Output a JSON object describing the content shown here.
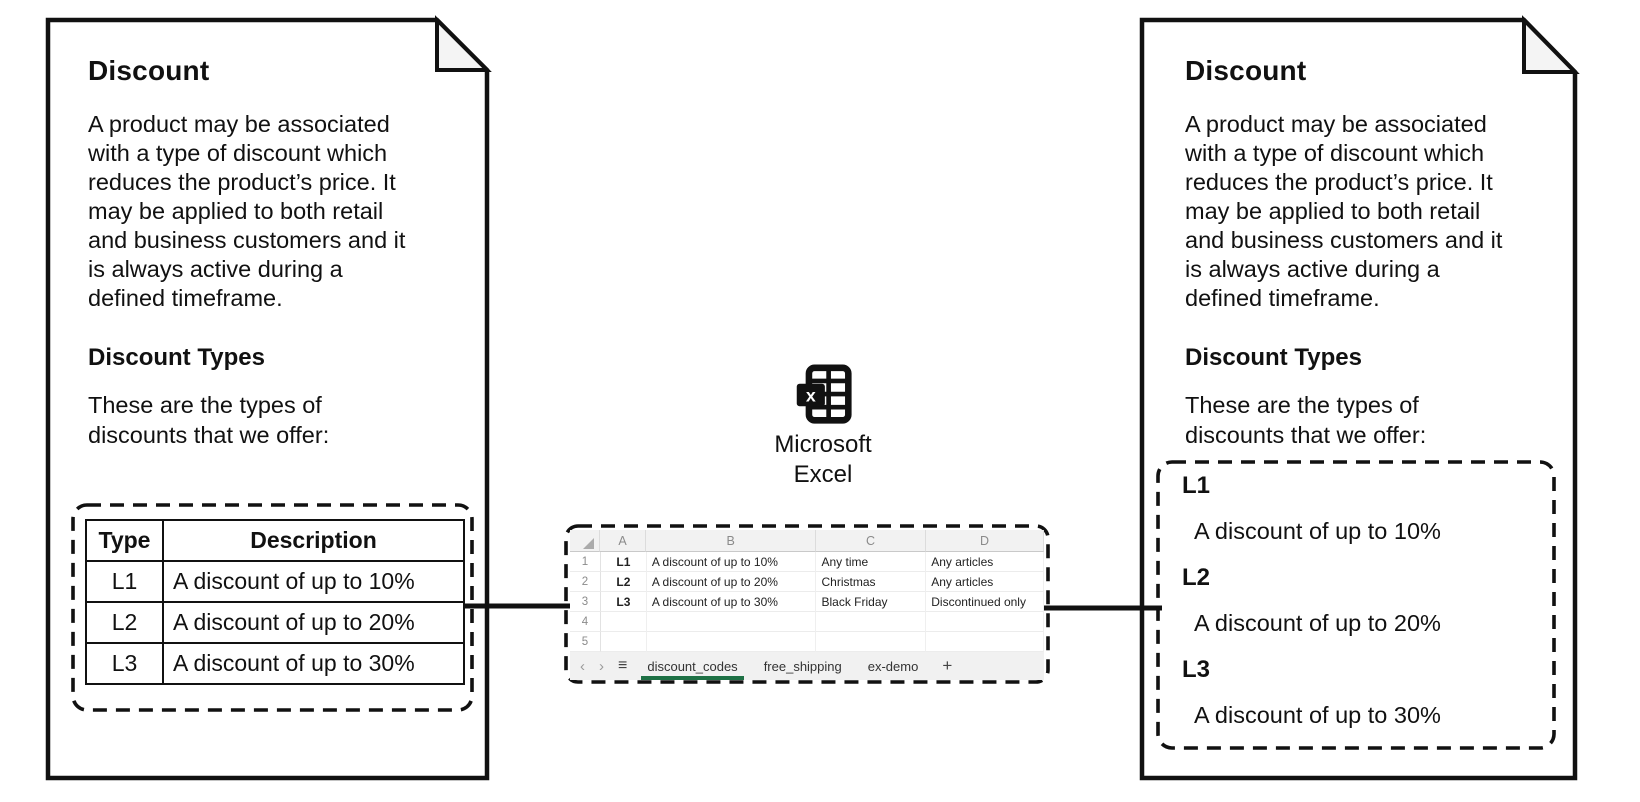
{
  "colors": {
    "ink": "#111111",
    "fold-fill": "#f4f4f4",
    "sheet-header-bg": "#f2f2f2",
    "sheet-muted": "#8b8b8b",
    "tabbar-bg": "#f1f1f1",
    "active-tab-green": "#1e7145"
  },
  "left_document": {
    "title": "Discount",
    "body": "A product may be associated\nwith a type of discount which\nreduces the product’s price. It\nmay be applied to both retail\nand business customers and it\nis always active during a\ndefined timeframe.",
    "subtitle": "Discount Types",
    "intro": "These are the types of\ndiscounts that we offer:",
    "table": {
      "headers": [
        "Type",
        "Description"
      ],
      "rows": [
        [
          "L1",
          "A discount of up to 10%"
        ],
        [
          "L2",
          "A discount of up to 20%"
        ],
        [
          "L3",
          "A discount of up to 30%"
        ]
      ]
    }
  },
  "excel": {
    "app_name": "Microsoft\nExcel",
    "spreadsheet": {
      "column_headers": [
        "A",
        "B",
        "C",
        "D"
      ],
      "rows": [
        {
          "n": "1",
          "cells": [
            "L1",
            "A discount of up to 10%",
            "Any time",
            "Any articles"
          ]
        },
        {
          "n": "2",
          "cells": [
            "L2",
            "A discount of up to 20%",
            "Christmas",
            "Any articles"
          ]
        },
        {
          "n": "3",
          "cells": [
            "L3",
            "A discount of up to 30%",
            "Black Friday",
            "Discontinued only"
          ]
        },
        {
          "n": "4",
          "cells": [
            "",
            "",
            "",
            ""
          ]
        },
        {
          "n": "5",
          "cells": [
            "",
            "",
            "",
            ""
          ]
        }
      ],
      "nav": {
        "prev": "‹",
        "next": "›",
        "menu": "≡"
      },
      "sheet_tabs": [
        "discount_codes",
        "free_shipping",
        "ex-demo"
      ],
      "active_tab": "discount_codes",
      "add_tab_label": "+"
    }
  },
  "right_document": {
    "title": "Discount",
    "body": "A product may be associated\nwith a type of discount which\nreduces the product’s price. It\nmay be applied to both retail\nand business customers and it\nis always active during a\ndefined timeframe.",
    "subtitle": "Discount Types",
    "intro": "These are the types of\ndiscounts that we offer:",
    "list": [
      {
        "type": "L1",
        "description": "A discount of up to 10%"
      },
      {
        "type": "L2",
        "description": "A discount of up to 20%"
      },
      {
        "type": "L3",
        "description": "A discount of up to 30%"
      }
    ]
  }
}
